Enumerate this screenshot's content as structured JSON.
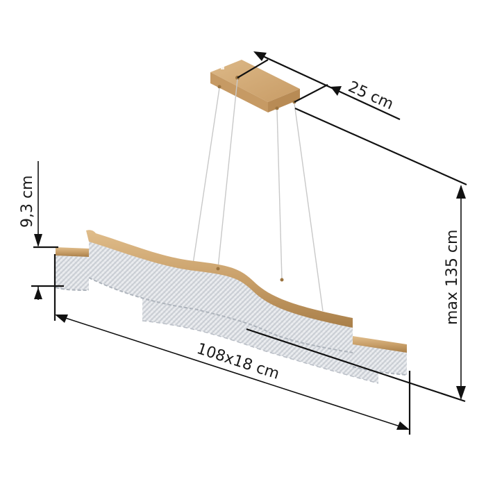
{
  "diagram": {
    "subject": "Wave crystal pendant chandelier",
    "colors": {
      "frame_gold": "#c9a06a",
      "frame_gold_dark": "#a97f49",
      "canopy_gold": "#d2ad7c",
      "crystal": "#e6e8ec",
      "crystal_shadow": "#b9bec6",
      "wire": "#c8c8c8",
      "dimension_line": "#111111",
      "background": "#ffffff"
    },
    "dimensions": {
      "canopy_width": {
        "label": "25 cm",
        "value": 25,
        "unit": "cm"
      },
      "max_height": {
        "label": "max 135 cm",
        "value": 135,
        "unit": "cm",
        "qualifier": "max"
      },
      "shade_height": {
        "label": "9,3 cm",
        "value": 9.3,
        "unit": "cm"
      },
      "length_width": {
        "label": "108x18 cm",
        "length": 108,
        "width": 18,
        "unit": "cm"
      }
    }
  }
}
